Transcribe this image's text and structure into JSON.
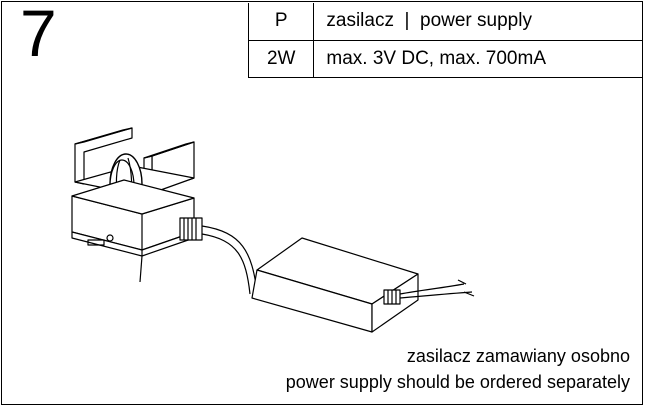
{
  "sheet": {
    "number": "7",
    "specs": [
      {
        "code": "P",
        "description": "zasilacz  |  power supply"
      },
      {
        "code": "2W",
        "description": "max. 3V DC, max. 700mA"
      }
    ],
    "illustration_icon": "lamp-with-power-supply-drawing",
    "notes": {
      "polish": "zasilacz zamawiany osobno",
      "english": "power supply should be ordered separately"
    }
  }
}
